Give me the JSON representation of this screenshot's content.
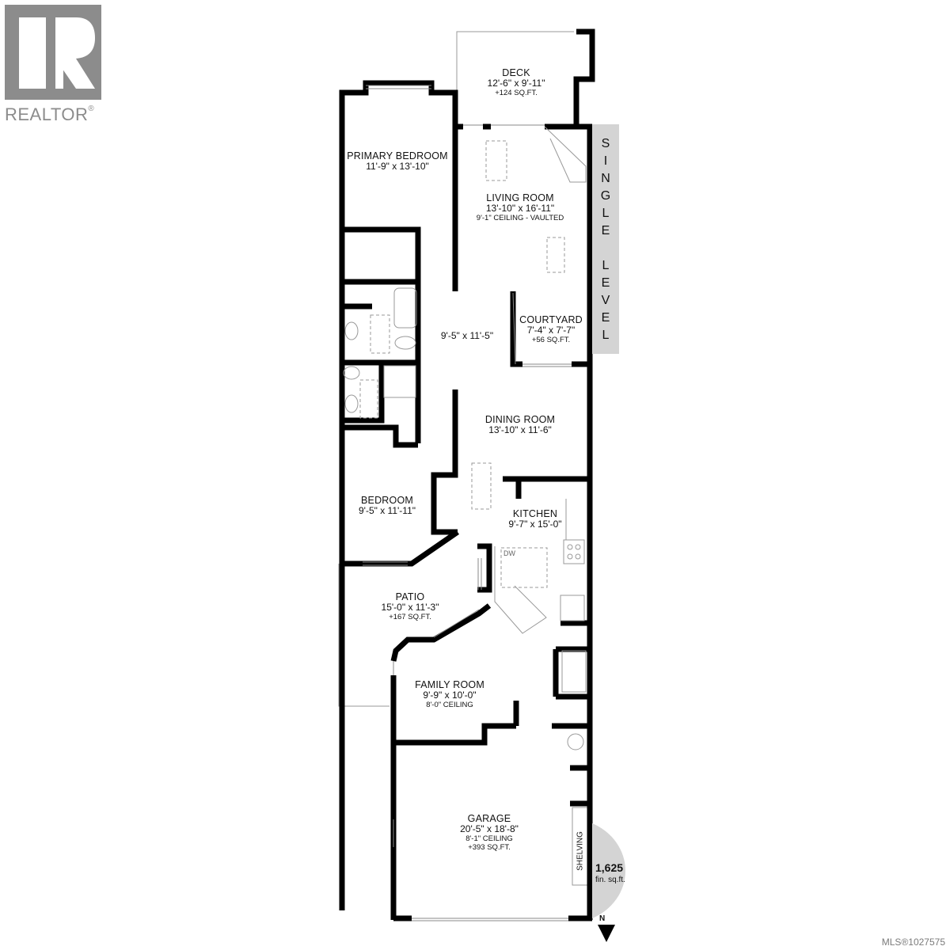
{
  "branding": {
    "logo_letter": "R",
    "logo_text": "REALTOR",
    "logo_mark": "®",
    "logo_color": "#8c8c8c"
  },
  "side_banner": {
    "text": "SINGLE LEVEL",
    "letters": [
      "S",
      "I",
      "N",
      "G",
      "L",
      "E",
      "",
      "L",
      "E",
      "V",
      "E",
      "L"
    ],
    "background": "#d4d4d4"
  },
  "rooms": {
    "deck": {
      "name": "DECK",
      "dimensions": "12'-6\" x 9'-11\"",
      "area": "+124 SQ.FT."
    },
    "primary_bedroom": {
      "name": "PRIMARY BEDROOM",
      "dimensions": "11'-9\" x 13'-10\""
    },
    "living_room": {
      "name": "LIVING ROOM",
      "dimensions": "13'-10\" x 16'-11\"",
      "ceiling": "9'-1\" CEILING - VAULTED"
    },
    "hallway": {
      "dimensions": "9'-5\" x 11'-5\""
    },
    "courtyard": {
      "name": "COURTYARD",
      "dimensions": "7'-4\" x 7'-7\"",
      "area": "+56 SQ.FT."
    },
    "dining_room": {
      "name": "DINING ROOM",
      "dimensions": "13'-10\" x 11'-6\""
    },
    "bedroom": {
      "name": "BEDROOM",
      "dimensions": "9'-5\" x 11'-11\""
    },
    "kitchen": {
      "name": "KITCHEN",
      "dimensions": "9'-7\" x 15'-0\"",
      "appliance_label": "DW"
    },
    "patio": {
      "name": "PATIO",
      "dimensions": "15'-0\" x 11'-3\"",
      "area": "+167 SQ.FT."
    },
    "family_room": {
      "name": "FAMILY ROOM",
      "dimensions": "9'-9\" x 10'-0\"",
      "ceiling": "8'-0\" CEILING"
    },
    "garage": {
      "name": "GARAGE",
      "dimensions": "20'-5\" x 18'-8\"",
      "ceiling": "8'-1\" CEILING",
      "area": "+393 SQ.FT.",
      "shelving_label": "SHELVING"
    }
  },
  "summary": {
    "finished_sqft": "1,625",
    "finished_sqft_unit": "fin. sq.ft.",
    "badge_color": "#d4d4d4"
  },
  "compass": {
    "label": "N"
  },
  "footer": {
    "mls": "MLS®1027575"
  },
  "colors": {
    "wall": "#000000",
    "fixture_line": "#888888",
    "background": "#ffffff"
  }
}
